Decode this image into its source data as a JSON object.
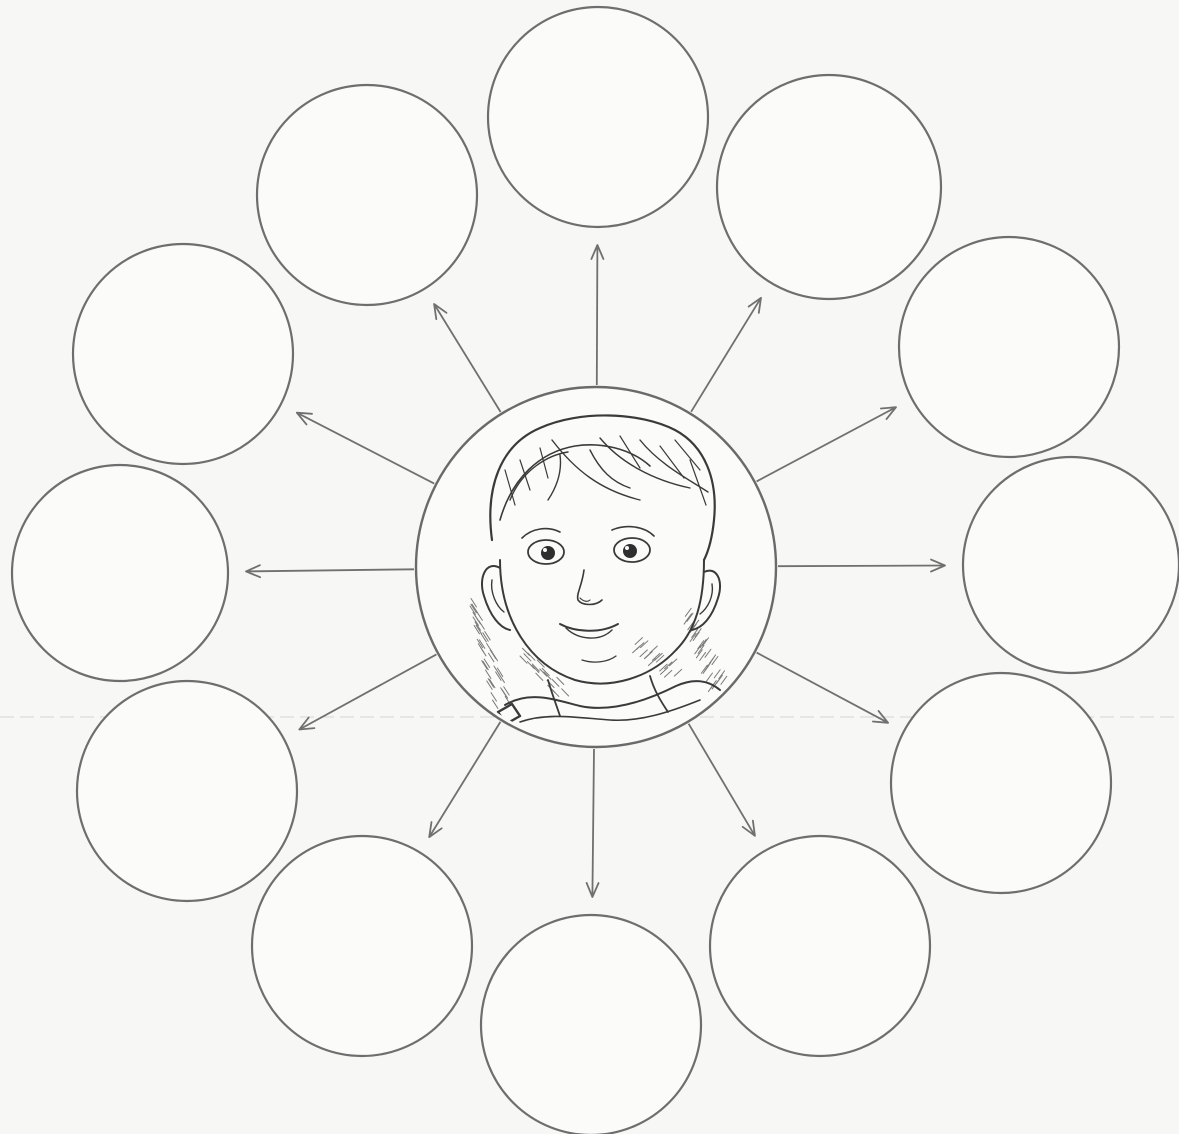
{
  "diagram": {
    "type": "radial-web",
    "center": {
      "content": "child-portrait-sketch"
    },
    "outer_nodes": [
      {
        "id": "node-top",
        "label": ""
      },
      {
        "id": "node-upper-right-1",
        "label": ""
      },
      {
        "id": "node-upper-right-2",
        "label": ""
      },
      {
        "id": "node-right",
        "label": ""
      },
      {
        "id": "node-lower-right-1",
        "label": ""
      },
      {
        "id": "node-lower-right-2",
        "label": ""
      },
      {
        "id": "node-bottom",
        "label": ""
      },
      {
        "id": "node-lower-left-1",
        "label": ""
      },
      {
        "id": "node-lower-left-2",
        "label": ""
      },
      {
        "id": "node-left",
        "label": ""
      },
      {
        "id": "node-upper-left-1",
        "label": ""
      },
      {
        "id": "node-upper-left-2",
        "label": ""
      }
    ],
    "edges": {
      "count": 12,
      "direction": "center-to-outer",
      "style": "arrow"
    },
    "colors": {
      "stroke": "#6e6e6e",
      "paper": "#f7f7f5"
    }
  }
}
